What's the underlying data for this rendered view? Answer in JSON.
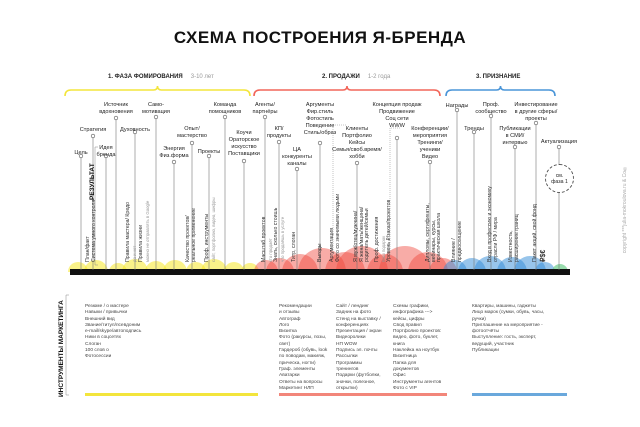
{
  "title": "СХЕМА ПОСТРОЕНИЯ Я-БРЕНДА",
  "phases": [
    {
      "label": "1. ФАЗА ФОМИРОВАНИЯ",
      "years": "3-10 лет",
      "color": "#f3e53c"
    },
    {
      "label": "2. ПРОДАЖИ",
      "years": "1-2 года",
      "color": "#f2665a"
    },
    {
      "label": "3. ПРИЗНАНИЕ",
      "years": "",
      "color": "#4a95d8"
    }
  ],
  "side_labels": {
    "result": "РЕЗУЛЬТАТ",
    "tools": "ИНСТРУМЕНТЫ МАРКЕТИНГА"
  },
  "nodes": [
    {
      "label": "Цель"
    },
    {
      "label": "Стратегия"
    },
    {
      "label": "Идея\nбренда"
    },
    {
      "label": "Источник\nвдохновения"
    },
    {
      "label": "Духовность"
    },
    {
      "label": "Само-\nмотивация"
    },
    {
      "label": "Энергия\nФиз.форма"
    },
    {
      "label": "Опыт/\nмастерство"
    },
    {
      "label": "Проекты"
    },
    {
      "label": "Команда\nпомощников"
    },
    {
      "label": "Коучи\nОраторское\nискусство\nПоставщики"
    },
    {
      "label": "Агенты/\nпартнёры"
    },
    {
      "label": "КП/\nпродукты"
    },
    {
      "label": "ЦА\nконкуренты\nканалы"
    },
    {
      "label": "Аргументы\nФир.стиль\nФотостиль\nПоведение\nСтиль/образ"
    },
    {
      "label": "Клиенты\nПортфолио\nКейсы\nСемья/своб.время/\nхобби"
    },
    {
      "label": "Концепция продаж\nПродвижение\nСоц сети\nWWW"
    },
    {
      "label": "Конференции/\nмероприятия\nТренинги/\nученики\nВидео"
    },
    {
      "label": "Награды"
    },
    {
      "label": "Тренды"
    },
    {
      "label": "Проф.\nсообщество"
    },
    {
      "label": "Публикации\nв СМИ/\nинтервью"
    },
    {
      "label": "Инвестирование\nв другие сферы/\nпроекты"
    },
    {
      "label": "Актуализация"
    }
  ],
  "ref_circle": "см.\nфаза 1",
  "results": [
    {
      "text": "План/факт\nСистема умного контроля",
      "sub": ""
    },
    {
      "text": "Правила мастера/ Кредо",
      "sub": "да и нет"
    },
    {
      "text": "Правила жизни",
      "sub": "можно не отправлять в Google"
    },
    {
      "text": "Качество проектов/\nреальное применение",
      "sub": ""
    },
    {
      "text": "Проф. инструменты",
      "sub": "сайт, портфолио, видео, шифры"
    },
    {
      "text": "Масштаб проектов",
      "sub": "кто продаёт"
    },
    {
      "text": "Знать, сколько стоишь",
      "sub": "что продаёшь в услуге"
    },
    {
      "text": "Титр, слоган",
      "sub": ""
    },
    {
      "text": "Выгоды",
      "sub": ""
    },
    {
      "text": "Аргументация\nФото со значимыми людьми",
      "sub": ""
    },
    {
      "text": "Я муж/отец/мужчина/\nЯ жена/мать/женщина/\nродитель детей/семьи",
      "sub": ""
    },
    {
      "text": "Проф. достижения",
      "sub": "Ваш подарок"
    },
    {
      "text": "Уровень ₽/заказ/проектов",
      "sub": ""
    },
    {
      "text": "Дипломы, сертификаты,\nвебинары, курсы,\nпрактическая школа",
      "sub": ""
    },
    {
      "text": "Влияние /\nпредвосхищение",
      "sub": ""
    },
    {
      "text": "Вход в профессию и экономику\nотрасли РФ / мира",
      "sub": ""
    },
    {
      "text": "Известность,\nрасширение границ",
      "sub": ""
    },
    {
      "text": "Пакет акций, свой фонд",
      "sub": ""
    }
  ],
  "currency": "₽$€",
  "tools": {
    "col1": [
      "Резюме / о мастере",
      "Навыки / привычки",
      "Внешний вид",
      "Звание/титул/псевдоним",
      "e-mail/skype/автоподпись",
      "Ники в соцсетях",
      "Слоган",
      "100 слов о",
      "Фотосессии"
    ],
    "col2": [
      "Рекомендации\nи отзывы",
      "Автограф",
      "Лого",
      "Визитка",
      "Фото (ракурсы, позы,\nсвет)",
      "Гардероб (обувь, look\nпо поводам, макияж,\nприческа, ногти)",
      "Граф. элементы",
      "Аватарки",
      "Ответы на вопросы",
      "Маркетинг НЛП"
    ],
    "col3": [
      "Сайт / лендинг",
      "Задник на фото",
      "Стенд на выставку /\nконференциях",
      "Презентация / экран",
      "Видеоролики",
      "НП WOW",
      "Подпись эл. почты",
      "Рассылки",
      "Программы\nтренингов",
      "Подарки (футболки,\nзначки, полезное,\nоткрытки)"
    ],
    "col4": [
      "Схемы графики,\nинфографика --->\nкейсы, цифры",
      "Свод правил",
      "Портфолио проектов:\nвидео, фото, буклет,\nкнига",
      "Наклейка на ноутбук",
      "Визитница",
      "Папка для\nдокументов",
      "Офис",
      "Инструменты агентов",
      "Фото с VIP"
    ],
    "col5": [
      "Квартиры, машины, гаджеты",
      "Лицо марок (сумки, обувь, часы,\nручки)",
      "Приглашение на мероприятие -\nфотоотчёты",
      "Выступление: гость, эксперт,\nведущий, участник",
      "Публикации"
    ]
  },
  "copyright": "copyright ***julia-mokroulova.ru & Co®"
}
